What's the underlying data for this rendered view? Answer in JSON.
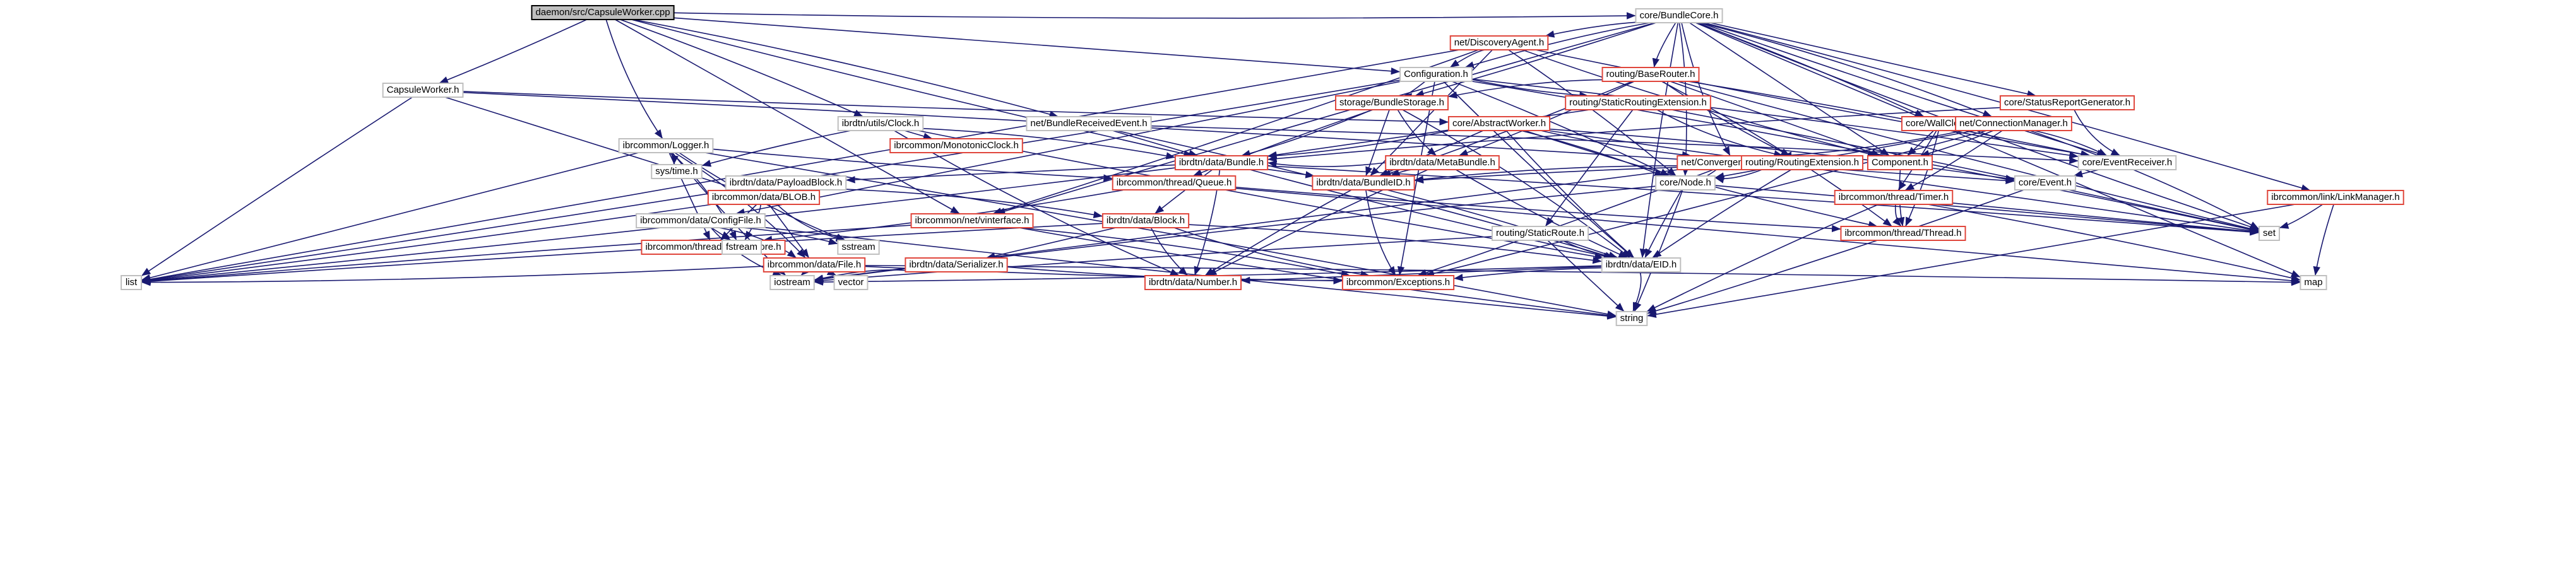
{
  "diagram": {
    "root": "daemon/src/CapsuleWorker.cpp",
    "nodes": [
      {
        "id": "n0",
        "label": "daemon/src/CapsuleWorker.cpp",
        "kind": "root"
      },
      {
        "id": "n1",
        "label": "core/BundleCore.h",
        "kind": "normal"
      },
      {
        "id": "n2",
        "label": "net/DiscoveryAgent.h",
        "kind": "red"
      },
      {
        "id": "n3",
        "label": "CapsuleWorker.h",
        "kind": "normal"
      },
      {
        "id": "n4",
        "label": "Configuration.h",
        "kind": "normal"
      },
      {
        "id": "n5",
        "label": "routing/BaseRouter.h",
        "kind": "red"
      },
      {
        "id": "n6",
        "label": "ibrdtn/utils/Clock.h",
        "kind": "normal"
      },
      {
        "id": "n7",
        "label": "net/BundleReceivedEvent.h",
        "kind": "normal"
      },
      {
        "id": "n8",
        "label": "storage/BundleStorage.h",
        "kind": "red"
      },
      {
        "id": "n9",
        "label": "routing/StaticRoutingExtension.h",
        "kind": "red"
      },
      {
        "id": "n10",
        "label": "core/StatusReportGenerator.h",
        "kind": "red"
      },
      {
        "id": "n11",
        "label": "ibrcommon/Logger.h",
        "kind": "normal"
      },
      {
        "id": "n12",
        "label": "ibrcommon/MonotonicClock.h",
        "kind": "red"
      },
      {
        "id": "n13",
        "label": "core/AbstractWorker.h",
        "kind": "red"
      },
      {
        "id": "n14",
        "label": "ibrdtn/data/MetaBundle.h",
        "kind": "red"
      },
      {
        "id": "n15",
        "label": "core/WallClock.h",
        "kind": "red"
      },
      {
        "id": "n16",
        "label": "net/ConnectionManager.h",
        "kind": "red"
      },
      {
        "id": "n17",
        "label": "ibrdtn/data/Bundle.h",
        "kind": "red"
      },
      {
        "id": "n18",
        "label": "net/ConvergenceLayer.h",
        "kind": "red"
      },
      {
        "id": "n19",
        "label": "routing/RoutingExtension.h",
        "kind": "red"
      },
      {
        "id": "n20",
        "label": "Component.h",
        "kind": "red"
      },
      {
        "id": "n21",
        "label": "core/EventReceiver.h",
        "kind": "normal"
      },
      {
        "id": "n22",
        "label": "ibrdtn/data/PayloadBlock.h",
        "kind": "normal"
      },
      {
        "id": "n23",
        "label": "ibrcommon/thread/Queue.h",
        "kind": "red"
      },
      {
        "id": "n24",
        "label": "ibrdtn/data/BundleID.h",
        "kind": "red"
      },
      {
        "id": "n25",
        "label": "core/Node.h",
        "kind": "normal"
      },
      {
        "id": "n26",
        "label": "core/Event.h",
        "kind": "normal"
      },
      {
        "id": "n27",
        "label": "ibrcommon/thread/Timer.h",
        "kind": "red"
      },
      {
        "id": "n28",
        "label": "ibrcommon/link/LinkManager.h",
        "kind": "red"
      },
      {
        "id": "n29",
        "label": "sys/time.h",
        "kind": "leaf"
      },
      {
        "id": "n30",
        "label": "ibrcommon/data/BLOB.h",
        "kind": "red"
      },
      {
        "id": "n31",
        "label": "ibrcommon/data/ConfigFile.h",
        "kind": "normal"
      },
      {
        "id": "n32",
        "label": "ibrcommon/net/vinterface.h",
        "kind": "red"
      },
      {
        "id": "n33",
        "label": "ibrdtn/data/Block.h",
        "kind": "red"
      },
      {
        "id": "n34",
        "label": "routing/StaticRoute.h",
        "kind": "normal"
      },
      {
        "id": "n35",
        "label": "ibrcommon/thread/Thread.h",
        "kind": "red"
      },
      {
        "id": "n36",
        "label": "set",
        "kind": "leaf"
      },
      {
        "id": "n37",
        "label": "ibrcommon/thread/Semaphore.h",
        "kind": "red"
      },
      {
        "id": "n38",
        "label": "fstream",
        "kind": "leaf"
      },
      {
        "id": "n39",
        "label": "sstream",
        "kind": "leaf"
      },
      {
        "id": "n40",
        "label": "ibrcommon/data/File.h",
        "kind": "red"
      },
      {
        "id": "n41",
        "label": "ibrdtn/data/Serializer.h",
        "kind": "red"
      },
      {
        "id": "n42",
        "label": "ibrdtn/data/EID.h",
        "kind": "normal"
      },
      {
        "id": "n43",
        "label": "list",
        "kind": "leaf"
      },
      {
        "id": "n44",
        "label": "iostream",
        "kind": "leaf"
      },
      {
        "id": "n45",
        "label": "vector",
        "kind": "leaf"
      },
      {
        "id": "n46",
        "label": "ibrdtn/data/Number.h",
        "kind": "red"
      },
      {
        "id": "n47",
        "label": "ibrcommon/Exceptions.h",
        "kind": "red"
      },
      {
        "id": "n48",
        "label": "map",
        "kind": "leaf"
      },
      {
        "id": "n49",
        "label": "string",
        "kind": "leaf"
      }
    ],
    "edges": [
      [
        "n0",
        "n1"
      ],
      [
        "n0",
        "n3"
      ],
      [
        "n0",
        "n4"
      ],
      [
        "n0",
        "n6"
      ],
      [
        "n0",
        "n7"
      ],
      [
        "n0",
        "n11"
      ],
      [
        "n0",
        "n17"
      ],
      [
        "n0",
        "n32"
      ],
      [
        "n1",
        "n2"
      ],
      [
        "n1",
        "n4"
      ],
      [
        "n1",
        "n5"
      ],
      [
        "n1",
        "n8"
      ],
      [
        "n1",
        "n10"
      ],
      [
        "n1",
        "n15"
      ],
      [
        "n1",
        "n16"
      ],
      [
        "n1",
        "n18"
      ],
      [
        "n1",
        "n21"
      ],
      [
        "n1",
        "n20"
      ],
      [
        "n1",
        "n28"
      ],
      [
        "n1",
        "n25"
      ],
      [
        "n1",
        "n36"
      ],
      [
        "n1",
        "n42"
      ],
      [
        "n1",
        "n48"
      ],
      [
        "n1",
        "n32"
      ],
      [
        "n2",
        "n4"
      ],
      [
        "n2",
        "n20"
      ],
      [
        "n2",
        "n21"
      ],
      [
        "n2",
        "n43"
      ],
      [
        "n2",
        "n25"
      ],
      [
        "n2",
        "n24"
      ],
      [
        "n2",
        "n32"
      ],
      [
        "n3",
        "n13"
      ],
      [
        "n3",
        "n30"
      ],
      [
        "n3",
        "n43"
      ],
      [
        "n3",
        "n26"
      ],
      [
        "n4",
        "n8"
      ],
      [
        "n4",
        "n9"
      ],
      [
        "n4",
        "n31"
      ],
      [
        "n4",
        "n25"
      ],
      [
        "n4",
        "n36"
      ],
      [
        "n4",
        "n43"
      ],
      [
        "n4",
        "n42"
      ],
      [
        "n4",
        "n47"
      ],
      [
        "n4",
        "n21"
      ],
      [
        "n5",
        "n8"
      ],
      [
        "n5",
        "n14"
      ],
      [
        "n5",
        "n19"
      ],
      [
        "n5",
        "n20"
      ],
      [
        "n5",
        "n21"
      ],
      [
        "n5",
        "n35"
      ],
      [
        "n5",
        "n24"
      ],
      [
        "n5",
        "n36"
      ],
      [
        "n6",
        "n12"
      ],
      [
        "n6",
        "n29"
      ],
      [
        "n6",
        "n17"
      ],
      [
        "n6",
        "n46"
      ],
      [
        "n6",
        "n42"
      ],
      [
        "n7",
        "n17"
      ],
      [
        "n7",
        "n21"
      ],
      [
        "n7",
        "n42"
      ],
      [
        "n8",
        "n17"
      ],
      [
        "n8",
        "n14"
      ],
      [
        "n8",
        "n24"
      ],
      [
        "n8",
        "n23"
      ],
      [
        "n8",
        "n42"
      ],
      [
        "n9",
        "n19"
      ],
      [
        "n9",
        "n34"
      ],
      [
        "n9",
        "n17"
      ],
      [
        "n9",
        "n36"
      ],
      [
        "n10",
        "n17"
      ],
      [
        "n10",
        "n21"
      ],
      [
        "n11",
        "n23"
      ],
      [
        "n11",
        "n37"
      ],
      [
        "n11",
        "n29"
      ],
      [
        "n11",
        "n38"
      ],
      [
        "n11",
        "n39"
      ],
      [
        "n11",
        "n44"
      ],
      [
        "n11",
        "n43"
      ],
      [
        "n11",
        "n49"
      ],
      [
        "n11",
        "n40"
      ],
      [
        "n13",
        "n17"
      ],
      [
        "n13",
        "n18"
      ],
      [
        "n13",
        "n24"
      ],
      [
        "n13",
        "n25"
      ],
      [
        "n13",
        "n26"
      ],
      [
        "n13",
        "n35"
      ],
      [
        "n13",
        "n42"
      ],
      [
        "n13",
        "n36"
      ],
      [
        "n14",
        "n24"
      ],
      [
        "n14",
        "n46"
      ],
      [
        "n14",
        "n17"
      ],
      [
        "n14",
        "n42"
      ],
      [
        "n15",
        "n20"
      ],
      [
        "n15",
        "n27"
      ],
      [
        "n15",
        "n35"
      ],
      [
        "n16",
        "n18"
      ],
      [
        "n16",
        "n20"
      ],
      [
        "n16",
        "n25"
      ],
      [
        "n16",
        "n21"
      ],
      [
        "n16",
        "n36"
      ],
      [
        "n16",
        "n27"
      ],
      [
        "n16",
        "n47"
      ],
      [
        "n17",
        "n22"
      ],
      [
        "n17",
        "n33"
      ],
      [
        "n17",
        "n46"
      ],
      [
        "n17",
        "n43"
      ],
      [
        "n17",
        "n42"
      ],
      [
        "n17",
        "n24"
      ],
      [
        "n17",
        "n36"
      ],
      [
        "n18",
        "n24"
      ],
      [
        "n18",
        "n25"
      ],
      [
        "n18",
        "n47"
      ],
      [
        "n18",
        "n44"
      ],
      [
        "n19",
        "n24"
      ],
      [
        "n19",
        "n42"
      ],
      [
        "n19",
        "n25"
      ],
      [
        "n20",
        "n35"
      ],
      [
        "n21",
        "n26"
      ],
      [
        "n22",
        "n30"
      ],
      [
        "n22",
        "n33"
      ],
      [
        "n23",
        "n37"
      ],
      [
        "n23",
        "n35"
      ],
      [
        "n23",
        "n48"
      ],
      [
        "n24",
        "n42"
      ],
      [
        "n24",
        "n46"
      ],
      [
        "n24",
        "n47"
      ],
      [
        "n25",
        "n42"
      ],
      [
        "n25",
        "n36"
      ],
      [
        "n25",
        "n49"
      ],
      [
        "n25",
        "n44"
      ],
      [
        "n26",
        "n49"
      ],
      [
        "n27",
        "n35"
      ],
      [
        "n27",
        "n36"
      ],
      [
        "n27",
        "n48"
      ],
      [
        "n27",
        "n49"
      ],
      [
        "n28",
        "n36"
      ],
      [
        "n28",
        "n48"
      ],
      [
        "n28",
        "n49"
      ],
      [
        "n30",
        "n37"
      ],
      [
        "n30",
        "n38"
      ],
      [
        "n30",
        "n39"
      ],
      [
        "n30",
        "n43"
      ],
      [
        "n30",
        "n40"
      ],
      [
        "n31",
        "n39"
      ],
      [
        "n31",
        "n40"
      ],
      [
        "n31",
        "n44"
      ],
      [
        "n31",
        "n49"
      ],
      [
        "n31",
        "n38"
      ],
      [
        "n32",
        "n43"
      ],
      [
        "n32",
        "n47"
      ],
      [
        "n32",
        "n49"
      ],
      [
        "n33",
        "n46"
      ],
      [
        "n33",
        "n41"
      ],
      [
        "n33",
        "n43"
      ],
      [
        "n33",
        "n42"
      ],
      [
        "n33",
        "n47"
      ],
      [
        "n34",
        "n42"
      ],
      [
        "n34",
        "n49"
      ],
      [
        "n34",
        "n44"
      ],
      [
        "n40",
        "n44"
      ],
      [
        "n40",
        "n43"
      ],
      [
        "n40",
        "n47"
      ],
      [
        "n40",
        "n45"
      ],
      [
        "n40",
        "n48"
      ],
      [
        "n41",
        "n44"
      ],
      [
        "n41",
        "n47"
      ],
      [
        "n42",
        "n44"
      ],
      [
        "n42",
        "n46"
      ],
      [
        "n42",
        "n47"
      ],
      [
        "n42",
        "n49"
      ]
    ]
  }
}
